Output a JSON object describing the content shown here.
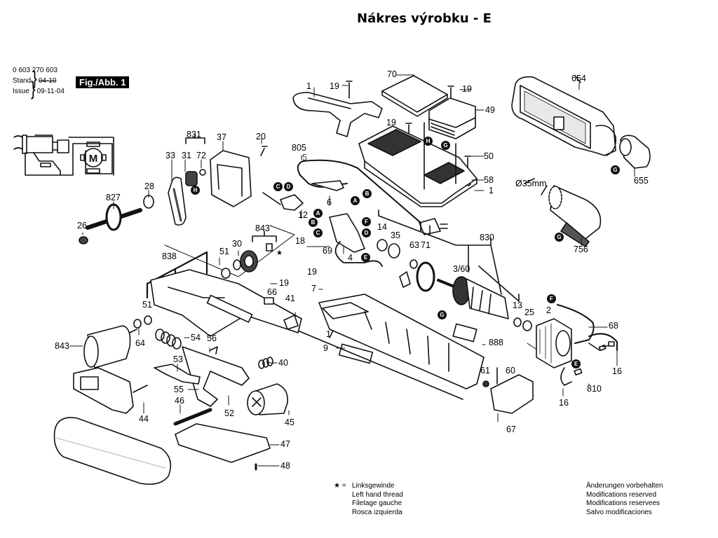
{
  "title": "Nákres výrobku - E",
  "document": {
    "part_number": "0 603 270 603",
    "stand_label": "Stand",
    "stand_value_struck": "04-10",
    "issue_label": "Issue",
    "issue_value": "09-11-04",
    "figure_badge": "Fig./Abb. 1"
  },
  "schematic": {
    "motor_symbol": "M"
  },
  "parts": [
    {
      "id": "p1a",
      "label": "1"
    },
    {
      "id": "p19a",
      "label": "19"
    },
    {
      "id": "p70",
      "label": "70"
    },
    {
      "id": "p19b",
      "label": "19"
    },
    {
      "id": "p49",
      "label": "49"
    },
    {
      "id": "p19c",
      "label": "19"
    },
    {
      "id": "p50",
      "label": "50"
    },
    {
      "id": "p58",
      "label": "58"
    },
    {
      "id": "p1b",
      "label": "1"
    },
    {
      "id": "p654",
      "label": "654"
    },
    {
      "id": "p655",
      "label": "655"
    },
    {
      "id": "p35mm",
      "label": "Ø35mm"
    },
    {
      "id": "p756",
      "label": "756"
    },
    {
      "id": "p831",
      "label": "831"
    },
    {
      "id": "p37",
      "label": "37"
    },
    {
      "id": "p20",
      "label": "20"
    },
    {
      "id": "p33",
      "label": "33"
    },
    {
      "id": "p31",
      "label": "31"
    },
    {
      "id": "p72",
      "label": "72"
    },
    {
      "id": "p28",
      "label": "28"
    },
    {
      "id": "p827",
      "label": "827"
    },
    {
      "id": "p26",
      "label": "26"
    },
    {
      "id": "p805",
      "label": "805"
    },
    {
      "id": "p5",
      "label": "5"
    },
    {
      "id": "p6",
      "label": "6"
    },
    {
      "id": "p12",
      "label": "12"
    },
    {
      "id": "p843a",
      "label": "843"
    },
    {
      "id": "p18",
      "label": "18"
    },
    {
      "id": "p69",
      "label": "69"
    },
    {
      "id": "p4",
      "label": "4"
    },
    {
      "id": "p14",
      "label": "14"
    },
    {
      "id": "p35",
      "label": "35"
    },
    {
      "id": "p63",
      "label": "63"
    },
    {
      "id": "p71",
      "label": "71"
    },
    {
      "id": "p830",
      "label": "830"
    },
    {
      "id": "p360",
      "label": "3/60"
    },
    {
      "id": "p13",
      "label": "13"
    },
    {
      "id": "p25",
      "label": "25"
    },
    {
      "id": "p2",
      "label": "2"
    },
    {
      "id": "p68",
      "label": "68"
    },
    {
      "id": "p888",
      "label": "888"
    },
    {
      "id": "p16a",
      "label": "16"
    },
    {
      "id": "p810",
      "label": "810"
    },
    {
      "id": "p16b",
      "label": "16"
    },
    {
      "id": "p61",
      "label": "61"
    },
    {
      "id": "p60",
      "label": "60"
    },
    {
      "id": "p67",
      "label": "67"
    },
    {
      "id": "p838",
      "label": "838"
    },
    {
      "id": "p51a",
      "label": "51"
    },
    {
      "id": "p30",
      "label": "30"
    },
    {
      "id": "p19d",
      "label": "19"
    },
    {
      "id": "p19e",
      "label": "19"
    },
    {
      "id": "p7",
      "label": "7"
    },
    {
      "id": "p66",
      "label": "66"
    },
    {
      "id": "p41",
      "label": "41"
    },
    {
      "id": "p51b",
      "label": "51"
    },
    {
      "id": "p1c",
      "label": "1"
    },
    {
      "id": "p9",
      "label": "9"
    },
    {
      "id": "p64",
      "label": "64"
    },
    {
      "id": "p843b",
      "label": "843"
    },
    {
      "id": "p54",
      "label": "54"
    },
    {
      "id": "p56",
      "label": "56"
    },
    {
      "id": "p53",
      "label": "53"
    },
    {
      "id": "p40",
      "label": "40"
    },
    {
      "id": "p55",
      "label": "55"
    },
    {
      "id": "p46",
      "label": "46"
    },
    {
      "id": "p52",
      "label": "52"
    },
    {
      "id": "p45",
      "label": "45"
    },
    {
      "id": "p44",
      "label": "44"
    },
    {
      "id": "p47",
      "label": "47"
    },
    {
      "id": "p48",
      "label": "48"
    }
  ],
  "connectors": [
    {
      "id": "cH1",
      "label": "H"
    },
    {
      "id": "cG1",
      "label": "G"
    },
    {
      "id": "cG2",
      "label": "G"
    },
    {
      "id": "cG3",
      "label": "G"
    },
    {
      "id": "cH2",
      "label": "H"
    },
    {
      "id": "cC1",
      "label": "C"
    },
    {
      "id": "cD1",
      "label": "D"
    },
    {
      "id": "cB1",
      "label": "B"
    },
    {
      "id": "cA1",
      "label": "A"
    },
    {
      "id": "cA2",
      "label": "A"
    },
    {
      "id": "cB2",
      "label": "B"
    },
    {
      "id": "cC2",
      "label": "C"
    },
    {
      "id": "cF1",
      "label": "F"
    },
    {
      "id": "cD2",
      "label": "D"
    },
    {
      "id": "cE1",
      "label": "E"
    },
    {
      "id": "cG4",
      "label": "G"
    },
    {
      "id": "cF2",
      "label": "F"
    },
    {
      "id": "cE2",
      "label": "E"
    }
  ],
  "legend": {
    "star_symbol": "★ =",
    "left_lines": [
      "Linksgewinde",
      "Left hand thread",
      "Filetage gauche",
      "Rosca izquierda"
    ],
    "right_lines": [
      "Änderungen vorbehalten",
      "Modifications reserved",
      "Modifications reservees",
      "Salvo modificaciones"
    ]
  }
}
